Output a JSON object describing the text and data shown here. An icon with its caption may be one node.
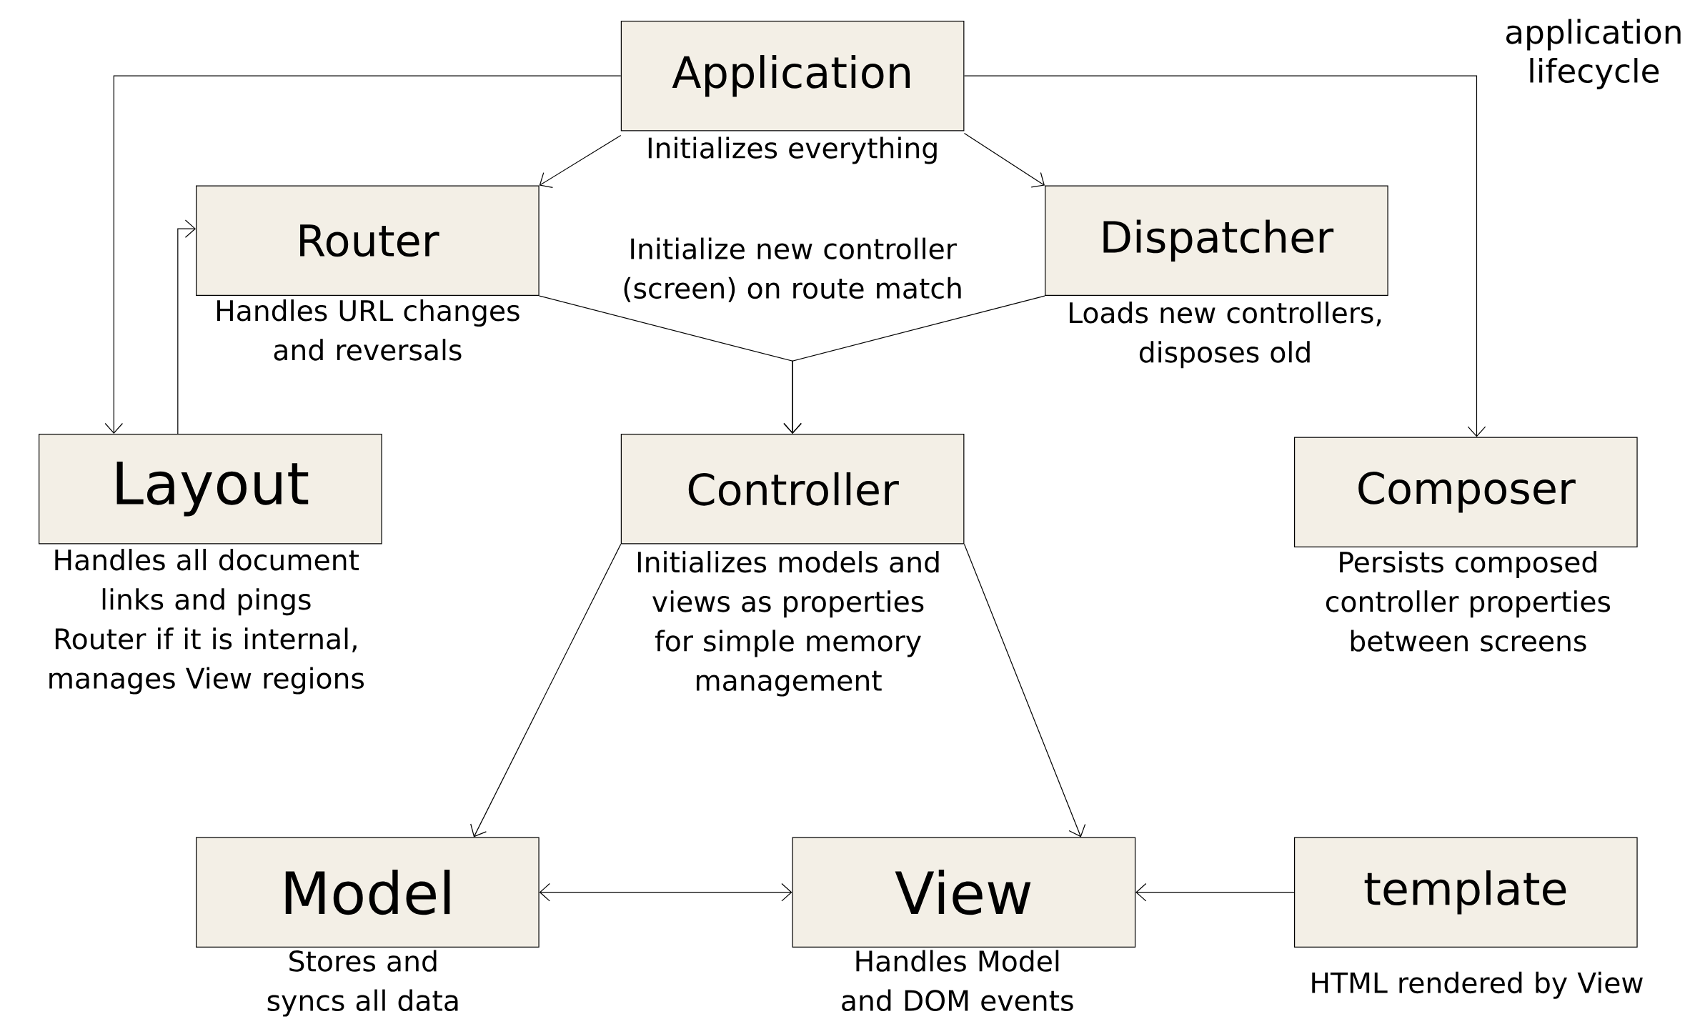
{
  "diagram": {
    "title": "application lifecycle",
    "nodes": [
      {
        "text": [
          "Application"
        ],
        "beside": [
          "Initializes everything"
        ]
      },
      {
        "text": [
          "Router"
        ],
        "beside": [
          "Handles URL changes and reversals"
        ]
      },
      {
        "text": [
          "Dispatcher"
        ],
        "beside": [
          "Loads new controllers, disposes old"
        ]
      },
      {
        "text": [
          "Layout"
        ],
        "beside": [
          "Handles all document links and pings Router if it is internal, manages View regions"
        ]
      },
      {
        "text": [
          "Controller"
        ],
        "beside": [
          "Initializes models and views as properties for simple memory management"
        ]
      },
      {
        "text": [
          "Composer"
        ],
        "beside": [
          "Persists composed controller properties between screens"
        ]
      },
      {
        "text": [
          "Model"
        ],
        "beside": [
          "Stores and syncs all data"
        ]
      },
      {
        "text": [
          "View"
        ],
        "beside": [
          "Handles Model and DOM events"
        ]
      },
      {
        "text": [
          "template"
        ],
        "beside": [
          "HTML rendered by View"
        ]
      }
    ],
    "edges": [
      {
        "from": 0,
        "to": 3,
        "arrow": "to"
      },
      {
        "from": 0,
        "to": 1,
        "arrow": "to"
      },
      {
        "from": 0,
        "to": 2,
        "arrow": "to"
      },
      {
        "from": 0,
        "to": 5,
        "arrow": "to"
      },
      {
        "from": 3,
        "to": 1,
        "arrow": "to"
      },
      {
        "from": 1,
        "to": 4,
        "arrow": "to",
        "label": "Initialize new controller (screen) on route match"
      },
      {
        "from": 2,
        "to": 4,
        "arrow": "to"
      },
      {
        "from": 4,
        "to": 6,
        "arrow": "to"
      },
      {
        "from": 4,
        "to": 7,
        "arrow": "to"
      },
      {
        "from": 6,
        "to": 7,
        "arrow": "both"
      },
      {
        "from": 8,
        "to": 7,
        "arrow": "to"
      }
    ]
  }
}
